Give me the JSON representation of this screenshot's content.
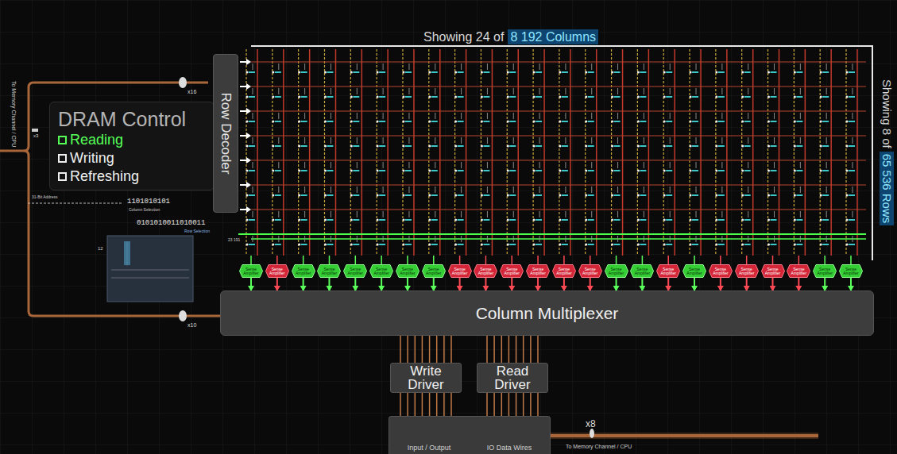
{
  "diagram": {
    "nodes": [
      {
        "text": [
          "DRAM Control",
          "Reading",
          "Writing",
          "Refreshing"
        ]
      },
      {
        "text": [
          "Row Decoder"
        ]
      },
      {
        "text": [
          "Sense Amplifier"
        ]
      },
      {
        "text": [
          "Sense Amplifier"
        ]
      },
      {
        "text": [
          "Sense Amplifier"
        ]
      },
      {
        "text": [
          "Sense Amplifier"
        ]
      },
      {
        "text": [
          "Sense Amplifier"
        ]
      },
      {
        "text": [
          "Sense Amplifier"
        ]
      },
      {
        "text": [
          "Sense Amplifier"
        ]
      },
      {
        "text": [
          "Sense Amplifier"
        ]
      },
      {
        "text": [
          "Sense Amplifier"
        ]
      },
      {
        "text": [
          "Sense Amplifier"
        ]
      },
      {
        "text": [
          "Sense Amplifier"
        ]
      },
      {
        "text": [
          "Sense Amplifier"
        ]
      },
      {
        "text": [
          "Sense Amplifier"
        ]
      },
      {
        "text": [
          "Sense Amplifier"
        ]
      },
      {
        "text": [
          "Sense Amplifier"
        ]
      },
      {
        "text": [
          "Sense Amplifier"
        ]
      },
      {
        "text": [
          "Sense Amplifier"
        ]
      },
      {
        "text": [
          "Sense Amplifier"
        ]
      },
      {
        "text": [
          "Sense Amplifier"
        ]
      },
      {
        "text": [
          "Sense Amplifier"
        ]
      },
      {
        "text": [
          "Sense Amplifier"
        ]
      },
      {
        "text": [
          "Sense Amplifier"
        ]
      },
      {
        "text": [
          "Sense Amplifier"
        ]
      },
      {
        "text": [
          "Sense Amplifier"
        ]
      },
      {
        "text": [
          "Column Multiplexer"
        ]
      },
      {
        "text": [
          "Write Driver"
        ]
      },
      {
        "text": [
          "Read Driver"
        ]
      },
      {
        "text": [
          "Input / Output",
          "IO Data Wires"
        ]
      }
    ],
    "edges": [
      {
        "from": 2,
        "to": 26,
        "arrow": "to"
      },
      {
        "from": 3,
        "to": 26,
        "arrow": "to"
      },
      {
        "from": 4,
        "to": 26,
        "arrow": "to"
      },
      {
        "from": 5,
        "to": 26,
        "arrow": "to"
      },
      {
        "from": 6,
        "to": 26,
        "arrow": "to"
      },
      {
        "from": 7,
        "to": 26,
        "arrow": "to"
      },
      {
        "from": 8,
        "to": 26,
        "arrow": "to"
      },
      {
        "from": 9,
        "to": 26,
        "arrow": "to"
      },
      {
        "from": 10,
        "to": 26,
        "arrow": "to"
      },
      {
        "from": 11,
        "to": 26,
        "arrow": "to"
      },
      {
        "from": 12,
        "to": 26,
        "arrow": "to"
      },
      {
        "from": 13,
        "to": 26,
        "arrow": "to"
      },
      {
        "from": 14,
        "to": 26,
        "arrow": "to"
      },
      {
        "from": 15,
        "to": 26,
        "arrow": "to"
      },
      {
        "from": 16,
        "to": 26,
        "arrow": "to"
      },
      {
        "from": 17,
        "to": 26,
        "arrow": "to"
      },
      {
        "from": 18,
        "to": 26,
        "arrow": "to"
      },
      {
        "from": 19,
        "to": 26,
        "arrow": "to"
      },
      {
        "from": 20,
        "to": 26,
        "arrow": "to"
      },
      {
        "from": 21,
        "to": 26,
        "arrow": "to"
      },
      {
        "from": 22,
        "to": 26,
        "arrow": "to"
      },
      {
        "from": 23,
        "to": 26,
        "arrow": "to"
      },
      {
        "from": 24,
        "to": 26,
        "arrow": "to"
      },
      {
        "from": 25,
        "to": 26,
        "arrow": "to"
      },
      {
        "from": 26,
        "to": 27,
        "arrow": "none"
      },
      {
        "from": 26,
        "to": 28,
        "arrow": "none"
      },
      {
        "from": 27,
        "to": 29,
        "arrow": "none"
      },
      {
        "from": 28,
        "to": 29,
        "arrow": "none"
      }
    ],
    "labels": [
      "Showing 24 of",
      "8 192 Columns",
      "Showing 8 of",
      "65 536 Rows",
      "To Memory Channel / CPU",
      "x3",
      "x16",
      "31-Bit Address",
      "1101010101",
      "Column Selection",
      "0101010011010011",
      "Row Selection",
      "23 191",
      "12",
      "x10",
      "x8",
      "To Memory Channel / CPU"
    ]
  }
}
